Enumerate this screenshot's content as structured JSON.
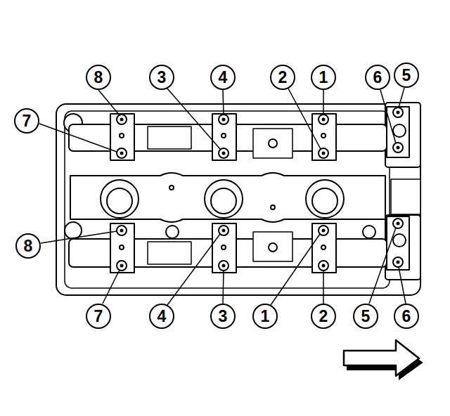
{
  "diagram": {
    "labels": [
      "8",
      "3",
      "4",
      "2",
      "1",
      "6",
      "5",
      "7",
      "8",
      "7",
      "4",
      "3",
      "1",
      "2",
      "5",
      "6"
    ]
  }
}
